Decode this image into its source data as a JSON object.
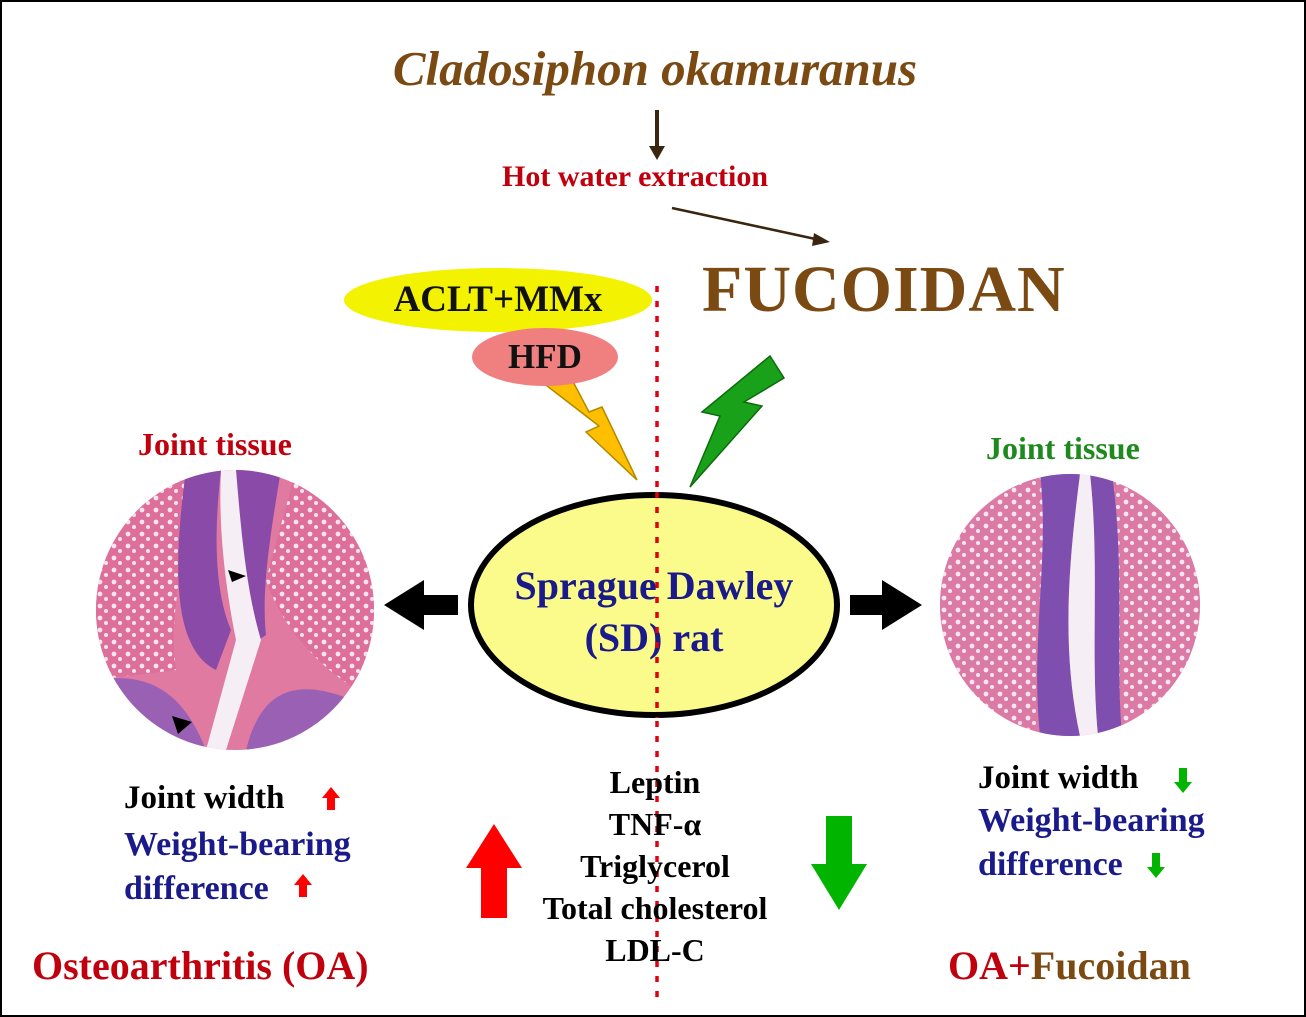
{
  "top": {
    "species": "Cladosiphon okamuranus",
    "extraction": "Hot water extraction",
    "product": "FUCOIDAN"
  },
  "treatments": {
    "surgery": "ACLT+MMx",
    "diet": "HFD"
  },
  "center": {
    "line1": "Sprague Dawley",
    "line2": "(SD) rat"
  },
  "left": {
    "title": "Joint tissue",
    "joint_width": "Joint width",
    "weight_bearing": "Weight-bearing",
    "difference": "difference",
    "group": "Osteoarthritis (OA)"
  },
  "right": {
    "title": "Joint tissue",
    "joint_width": "Joint width",
    "weight_bearing": "Weight-bearing",
    "difference": "difference",
    "group_part1": "OA+",
    "group_part2": "Fucoidan"
  },
  "markers": [
    "Leptin",
    "TNF-α",
    "Triglycerol",
    "Total cholesterol",
    "LDL-C"
  ],
  "colors": {
    "brown": "#7b4a12",
    "red": "#c0000d",
    "green": "#1e8a1e",
    "navy": "#1a1a8a",
    "yellow": "#f3f200",
    "pink": "#f08080",
    "up_arrow": "#ff0000",
    "down_arrow": "#00b400"
  }
}
